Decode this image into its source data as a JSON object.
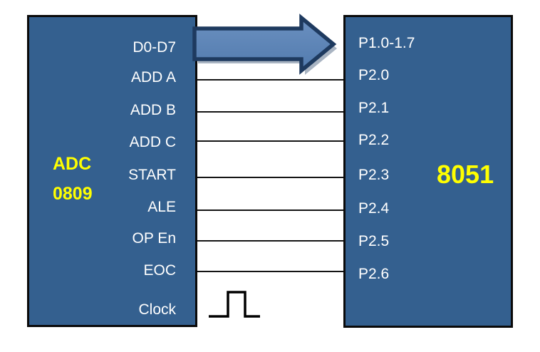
{
  "left_chip": {
    "name": [
      "ADC",
      "0809"
    ],
    "pins": [
      "D0-D7",
      "ADD A",
      "ADD B",
      "ADD C",
      "START",
      "ALE",
      "OP En",
      "EOC",
      "Clock"
    ]
  },
  "right_chip": {
    "name": "8051",
    "pins": [
      "P1.0-1.7",
      "P2.0",
      "P2.1",
      "P2.2",
      "P2.3",
      "P2.4",
      "P2.5",
      "P2.6"
    ]
  },
  "bus_arrow": {
    "from": "D0-D7",
    "to": "P1.0-1.7",
    "style": "block-arrow"
  },
  "wires": [
    {
      "from": "ADD A",
      "to": "P2.0"
    },
    {
      "from": "ADD B",
      "to": "P2.1"
    },
    {
      "from": "ADD C",
      "to": "P2.2"
    },
    {
      "from": "START",
      "to": "P2.3"
    },
    {
      "from": "ALE",
      "to": "P2.4"
    },
    {
      "from": "OP En",
      "to": "P2.5"
    },
    {
      "from": "EOC",
      "to": "P2.6"
    }
  ],
  "clock": {
    "pin": "Clock",
    "symbol": "square-pulse"
  },
  "colors": {
    "background": "#FFFFFF",
    "chip_fill": "#34608F",
    "chip_border": "#0A0A0A",
    "pin_text": "#FFFFFF",
    "chip_name_text": "#FFFF00",
    "arrow_fill": "#5B84B8",
    "arrow_outline": "#1E3A5F",
    "arrow_shadow": "#A9B4C2",
    "wire_color": "#141414"
  }
}
